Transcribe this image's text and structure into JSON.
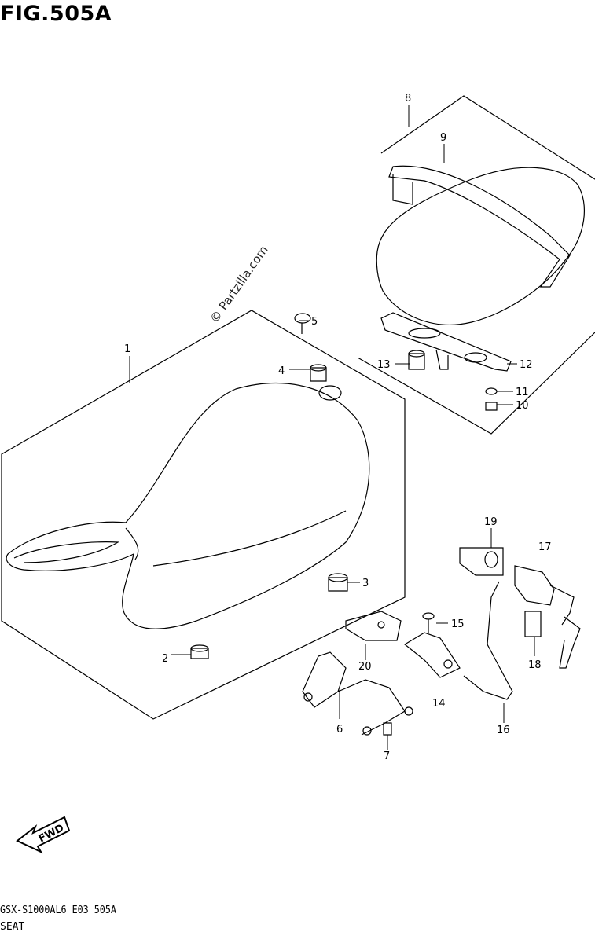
{
  "figure": {
    "title": "FIG.505A",
    "code": "GSX-S1000AL6  E03  505A",
    "caption": "SEAT",
    "watermark": "© Partzilla.com",
    "fwd_label": "FWD"
  },
  "callouts": [
    {
      "id": "1",
      "label": "1"
    },
    {
      "id": "2",
      "label": "2"
    },
    {
      "id": "3",
      "label": "3"
    },
    {
      "id": "4",
      "label": "4"
    },
    {
      "id": "5",
      "label": "5"
    },
    {
      "id": "6",
      "label": "6"
    },
    {
      "id": "7",
      "label": "7"
    },
    {
      "id": "8",
      "label": "8"
    },
    {
      "id": "9",
      "label": "9"
    },
    {
      "id": "10",
      "label": "10"
    },
    {
      "id": "11",
      "label": "11"
    },
    {
      "id": "12",
      "label": "12"
    },
    {
      "id": "13",
      "label": "13"
    },
    {
      "id": "14",
      "label": "14"
    },
    {
      "id": "15",
      "label": "15"
    },
    {
      "id": "16",
      "label": "16"
    },
    {
      "id": "17",
      "label": "17"
    },
    {
      "id": "18",
      "label": "18"
    },
    {
      "id": "19",
      "label": "19"
    },
    {
      "id": "20",
      "label": "20"
    }
  ],
  "colors": {
    "line": "#000000",
    "background": "#ffffff"
  }
}
